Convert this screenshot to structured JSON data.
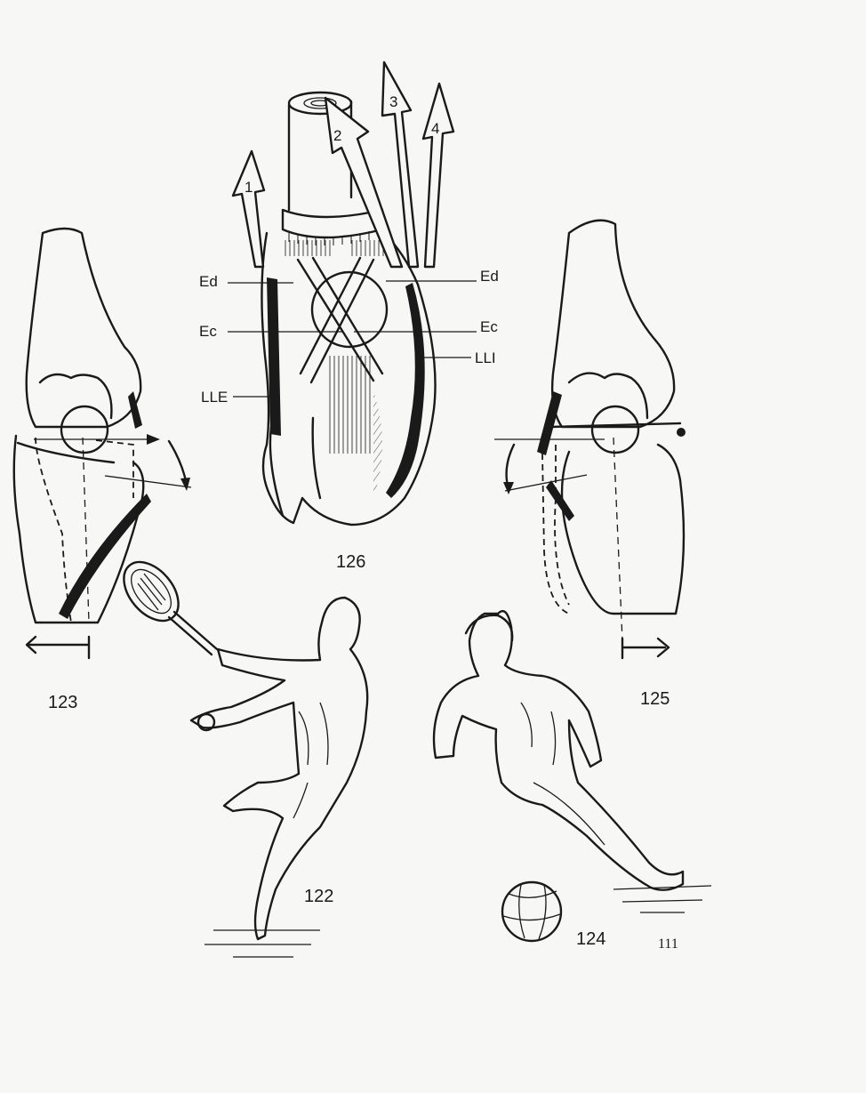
{
  "labels": {
    "ed_left": "Ed",
    "ed_right": "Ed",
    "ec_left": "Ec",
    "ec_right": "Ec",
    "lli": "LLI",
    "lle": "LLE"
  },
  "arrow_numbers": [
    "1",
    "2",
    "3",
    "4"
  ],
  "figures": {
    "fig_126": "126",
    "fig_123": "123",
    "fig_125": "125",
    "fig_122": "122",
    "fig_124": "124"
  },
  "page_number": "111",
  "colors": {
    "ink": "#1a1a1a",
    "paper": "#f7f7f5"
  }
}
